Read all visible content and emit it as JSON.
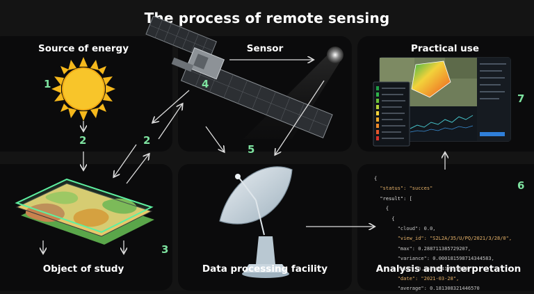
{
  "title": "The process of remote sensing",
  "panels": {
    "source": "Source of energy",
    "sensor": "Sensor",
    "practical": "Practical use",
    "object": "Object of study",
    "facility": "Data processing facility",
    "analysis": "Analysis and interpretation"
  },
  "steps": {
    "s1": "1",
    "s2a": "2",
    "s2b": "2",
    "s3": "3",
    "s4": "4",
    "s5": "5",
    "s6": "6",
    "s7": "7"
  },
  "code": [
    {
      "t": "{",
      "c": "k"
    },
    {
      "t": "  \"status\": \"succes\"",
      "c": "s"
    },
    {
      "t": "  \"result\": [",
      "c": "k"
    },
    {
      "t": "    {",
      "c": "k"
    },
    {
      "t": "      {",
      "c": "k"
    },
    {
      "t": "        \"cloud\": 0.0,",
      "c": "n"
    },
    {
      "t": "        \"view_id\": \"S2L2A/35/U/PQ/2021/3/28/0\",",
      "c": "s"
    },
    {
      "t": "        \"max\": 0.288711385729207,",
      "c": "n"
    },
    {
      "t": "        \"variance\": 0.000181598714344583,",
      "c": "n"
    },
    {
      "t": "        \"min\": 0.154308417115820,",
      "c": "n"
    },
    {
      "t": "        \"date\": \"2021-03-28\",",
      "c": "s"
    },
    {
      "t": "        \"average\": 0.181308321446570",
      "c": "n"
    }
  ],
  "colors": {
    "background": "#141414",
    "panel": "#0b0b0c",
    "step_number": "#7ee3a0",
    "sun": "#f5b81c",
    "field_outline": "#5ef0a0"
  },
  "icons": [
    "sun-icon",
    "satellite-icon",
    "sensor-lamp-icon",
    "dashboard-screenshot",
    "field-map-layer",
    "satellite-dish-icon"
  ]
}
